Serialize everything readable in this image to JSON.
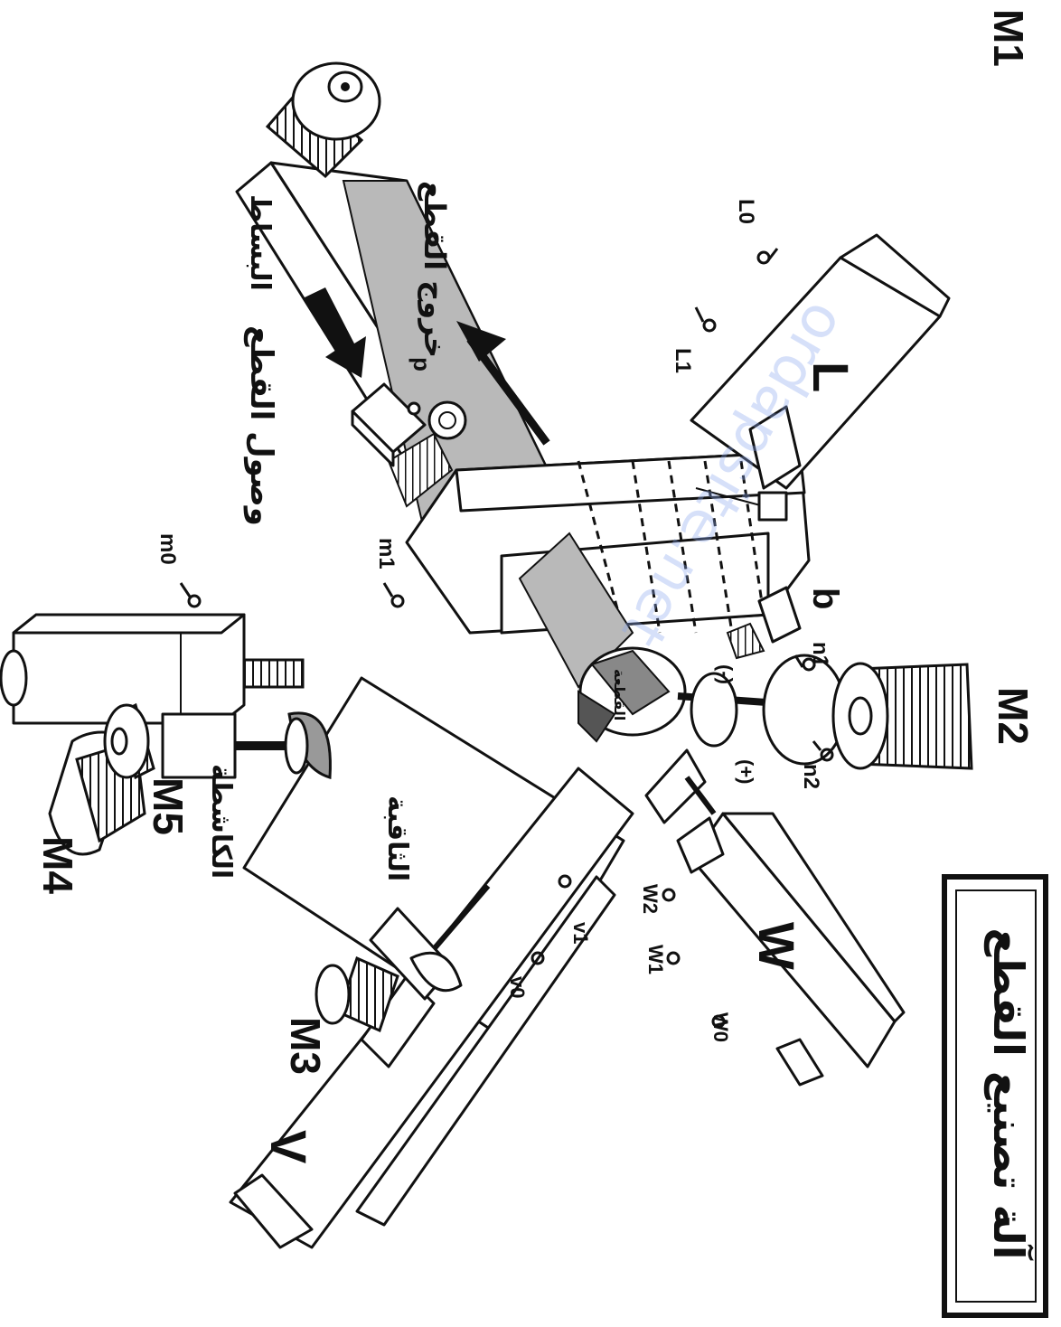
{
  "diagram": {
    "title": "آلة تصنيع القطع",
    "motors": {
      "m1": "M1",
      "m2": "M2",
      "m3": "M3",
      "m4": "M4",
      "m5": "M5"
    },
    "stations": {
      "l": "L",
      "w": "W",
      "v": "V"
    },
    "sensors": {
      "l0": "L0",
      "l1": "L1",
      "m0": "m0",
      "m1": "m1",
      "p": "p",
      "b": "b",
      "n1": "n1",
      "n2": "n2",
      "w0": "W0",
      "w1": "W1",
      "w2": "W2",
      "v0": "v0",
      "v1": "v1"
    },
    "rotation": {
      "minus": "(-)",
      "plus": "(+)"
    },
    "labels": {
      "conveyor": "البساط",
      "arrival": "وصول القطع",
      "exit": "خروج القطع",
      "drill": "الثاقبة",
      "scraper": "الكاشطة",
      "part": "القطعة"
    },
    "watermark": "ordapsite.net"
  }
}
